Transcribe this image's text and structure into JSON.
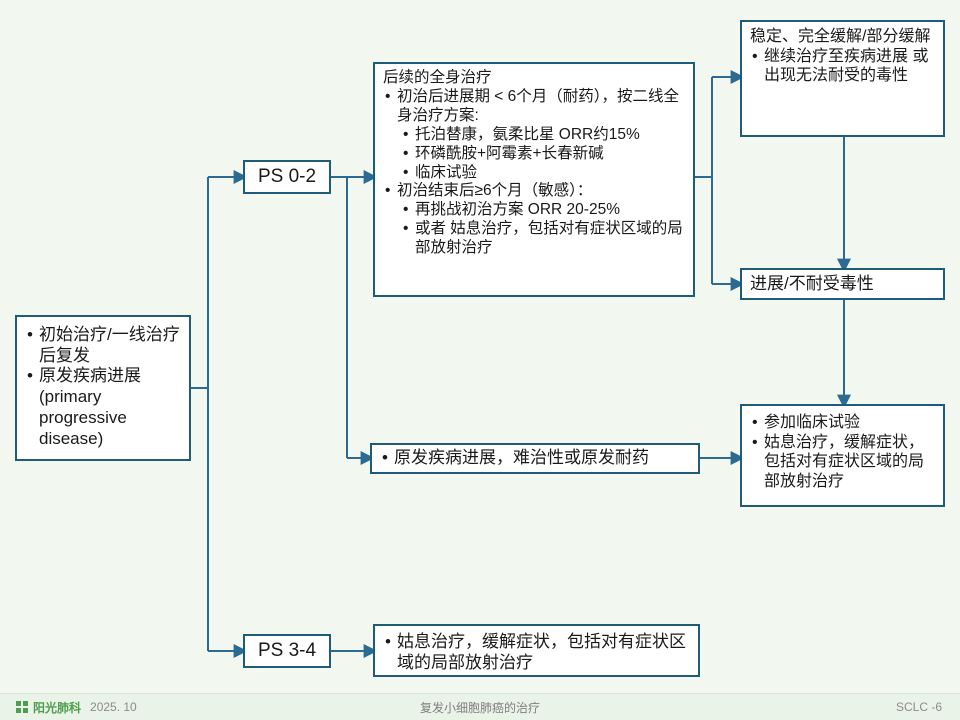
{
  "colors": {
    "background": "#f2f8f0",
    "box_border": "#1f5c78",
    "box_background": "#ffffff",
    "connector": "#2a6a93",
    "text": "#1a1a1a",
    "footer_text": "#8b8b8b",
    "brand_green": "#4f9e4f"
  },
  "flow": {
    "start": {
      "items": [
        "初始治疗/一线治疗后复发",
        "原发疾病进展 (primary progressive disease)"
      ]
    },
    "ps02": {
      "label": "PS 0-2"
    },
    "ps34": {
      "label": "PS 3-4"
    },
    "followup": {
      "title": "后续的全身治疗",
      "resistant": {
        "label": "初治后进展期 < 6个月（耐药），按二线全身治疗方案:",
        "items": [
          "托泊替康，氨柔比星 ORR约15%",
          "环磷酰胺+阿霉素+长春新碱",
          "临床试验"
        ]
      },
      "sensitive": {
        "label": "初治结束后≥6个月（敏感）：",
        "items": [
          "再挑战初治方案 ORR 20-25%",
          "或者 姑息治疗，包括对有症状区域的局部放射治疗"
        ]
      }
    },
    "stable": {
      "title": "稳定、完全缓解/部分缓解",
      "items": [
        "继续治疗至疾病进展 或 出现无法耐受的毒性"
      ]
    },
    "progression": {
      "label": "进展/不耐受毒性"
    },
    "trial": {
      "items": [
        "参加临床试验",
        "姑息治疗，缓解症状，包括对有症状区域的局部放射治疗"
      ]
    },
    "refractory": {
      "items": [
        "原发疾病进展，难治性或原发耐药"
      ]
    },
    "palliative": {
      "items": [
        "姑息治疗，缓解症状，包括对有症状区域的局部放射治疗"
      ]
    }
  },
  "footer": {
    "brand": "阳光肺科",
    "date": "2025. 10",
    "title": "复发小细胞肺癌的治疗",
    "page": "SCLC -6"
  }
}
